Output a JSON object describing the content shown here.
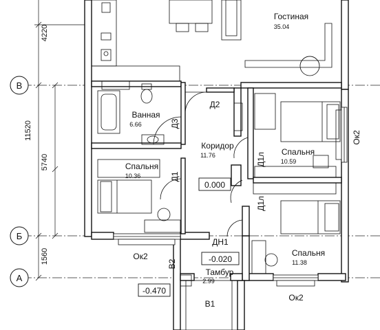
{
  "axes": [
    {
      "id": "В"
    },
    {
      "id": "Б"
    },
    {
      "id": "А"
    }
  ],
  "dimensions": {
    "left_outer": [
      "4220",
      "11520",
      "1560"
    ],
    "left_inner": [
      "5740"
    ]
  },
  "rooms": [
    {
      "key": "living",
      "name": "Гостиная",
      "area": "35.04"
    },
    {
      "key": "bath",
      "name": "Ванная",
      "area": "6.66"
    },
    {
      "key": "corridor",
      "name": "Коридор",
      "area": "11.76"
    },
    {
      "key": "bedroom_left",
      "name": "Спальня",
      "area": "10.36"
    },
    {
      "key": "bedroom_right_top",
      "name": "Спальня",
      "area": "10.59"
    },
    {
      "key": "bedroom_right_bottom",
      "name": "Спальня",
      "area": "11.38"
    },
    {
      "key": "vestibule",
      "name": "Тамбур",
      "area": "2.99"
    }
  ],
  "door_labels": [
    "Д2",
    "Д3",
    "Д1",
    "Д1л",
    "Д1л",
    "ДН1",
    "В1",
    "В2"
  ],
  "window_labels": [
    "Ок2",
    "Ок2",
    "Ок2"
  ],
  "levels": [
    "0.000",
    "-0.020",
    "-0.470"
  ]
}
